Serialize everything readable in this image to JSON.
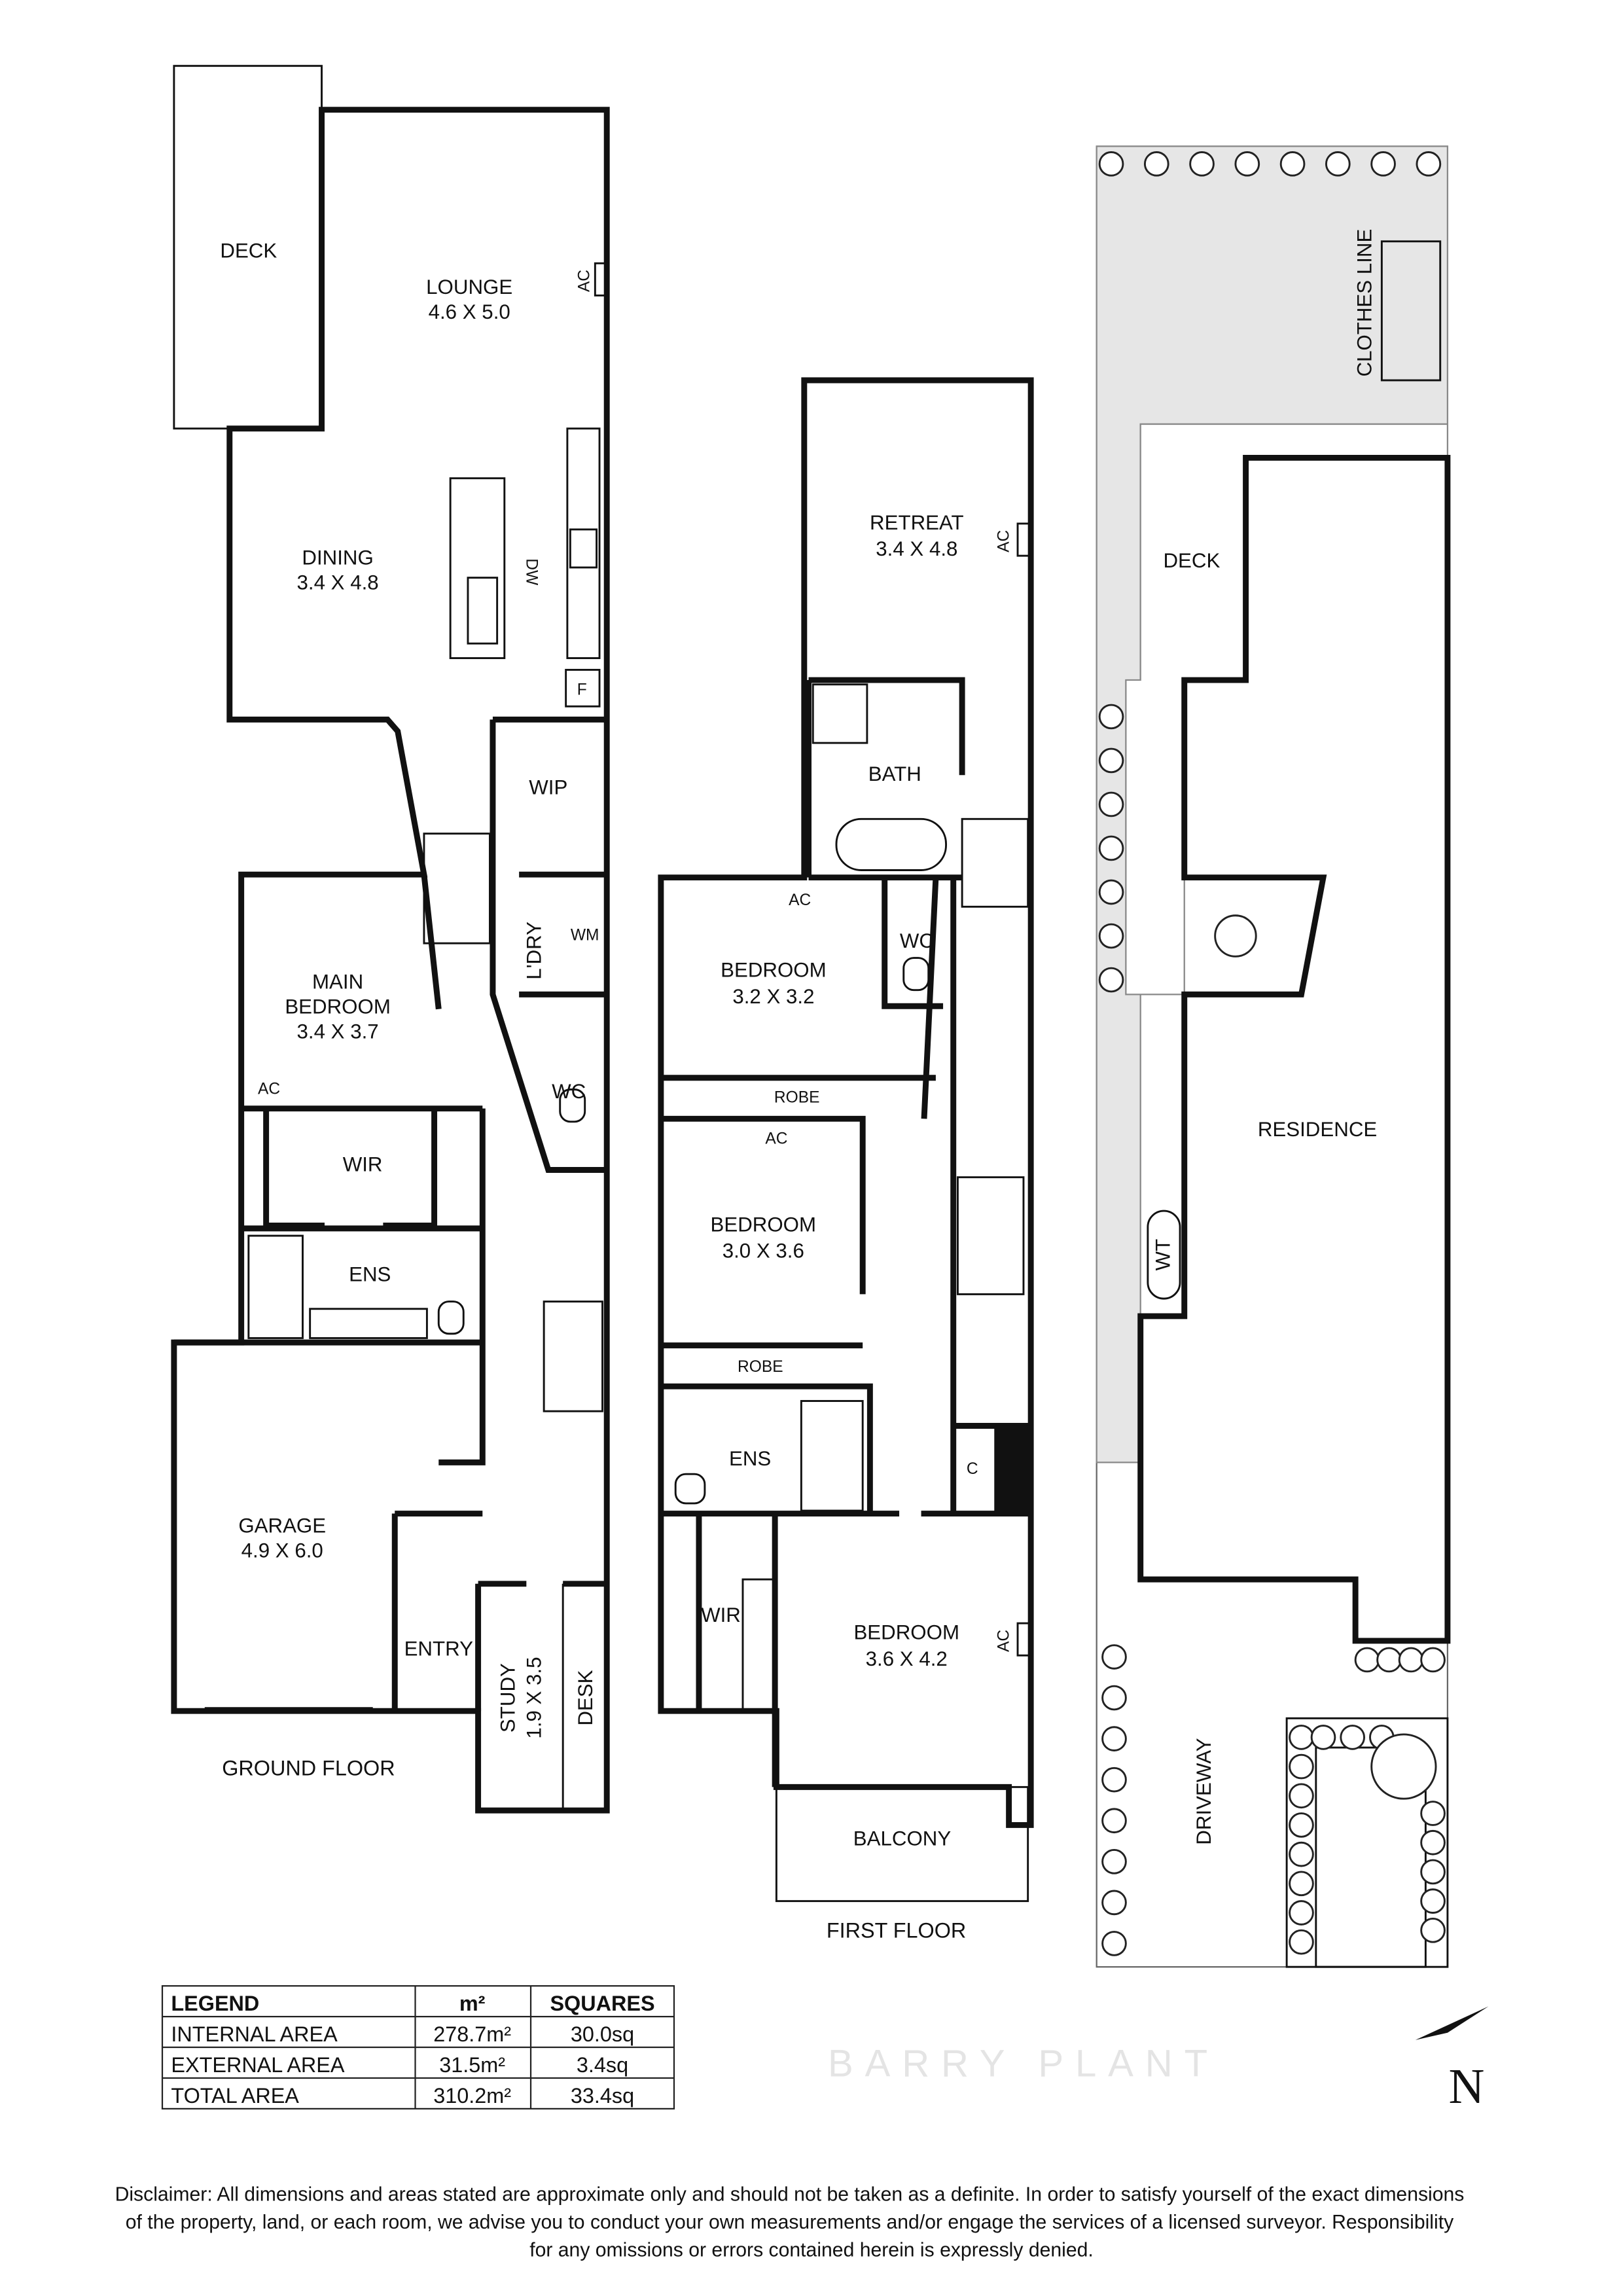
{
  "ground_floor": {
    "caption": "GROUND FLOOR",
    "rooms": {
      "deck": "DECK",
      "lounge": "LOUNGE",
      "lounge_dim": "4.6 X 5.0",
      "dining": "DINING",
      "dining_dim": "3.4 X 4.8",
      "wip": "WIP",
      "laundry": "L'DRY",
      "wm": "WM",
      "wc": "WC",
      "main_bedroom_1": "MAIN",
      "main_bedroom_2": "BEDROOM",
      "main_bedroom_dim": "3.4 X 3.7",
      "wir": "WIR",
      "ens": "ENS",
      "garage": "GARAGE",
      "garage_dim": "4.9 X 6.0",
      "entry": "ENTRY",
      "study": "STUDY",
      "study_dim": "1.9 X 3.5",
      "desk": "DESK"
    },
    "fixtures": {
      "ac": "AC",
      "dw": "DW",
      "fridge": "F"
    }
  },
  "first_floor": {
    "caption": "FIRST FLOOR",
    "rooms": {
      "retreat": "RETREAT",
      "retreat_dim": "3.4 X 4.8",
      "bath": "BATH",
      "wc": "WC",
      "bedroom1": "BEDROOM",
      "bedroom1_dim": "3.2 X 3.2",
      "robe1": "ROBE",
      "bedroom2": "BEDROOM",
      "bedroom2_dim": "3.0 X 3.6",
      "robe2": "ROBE",
      "ens": "ENS",
      "c": "C",
      "wir": "WIR",
      "bedroom3": "BEDROOM",
      "bedroom3_dim": "3.6 X 4.2",
      "balcony": "BALCONY"
    },
    "fixtures": {
      "ac": "AC"
    }
  },
  "site": {
    "clothes_line": "CLOTHES LINE",
    "deck": "DECK",
    "residence": "RESIDENCE",
    "wt": "WT",
    "driveway": "DRIVEWAY",
    "north": "N"
  },
  "legend": {
    "headers": [
      "LEGEND",
      "m²",
      "SQUARES"
    ],
    "rows": [
      [
        "INTERNAL AREA",
        "278.7m²",
        "30.0sq"
      ],
      [
        "EXTERNAL AREA",
        "31.5m²",
        "3.4sq"
      ],
      [
        "TOTAL AREA",
        "310.2m²",
        "33.4sq"
      ]
    ]
  },
  "disclaimer": [
    "Disclaimer: All dimensions and areas stated are approximate only and should not be taken as a definite. In order to satisfy yourself of the exact dimensions",
    "of the property, land, or each room, we advise you to conduct your own measurements and/or engage the services of a licensed surveyor. Responsibility",
    "for any omissions or errors contained herein is expressly denied."
  ],
  "watermark": "BARRY PLANT"
}
